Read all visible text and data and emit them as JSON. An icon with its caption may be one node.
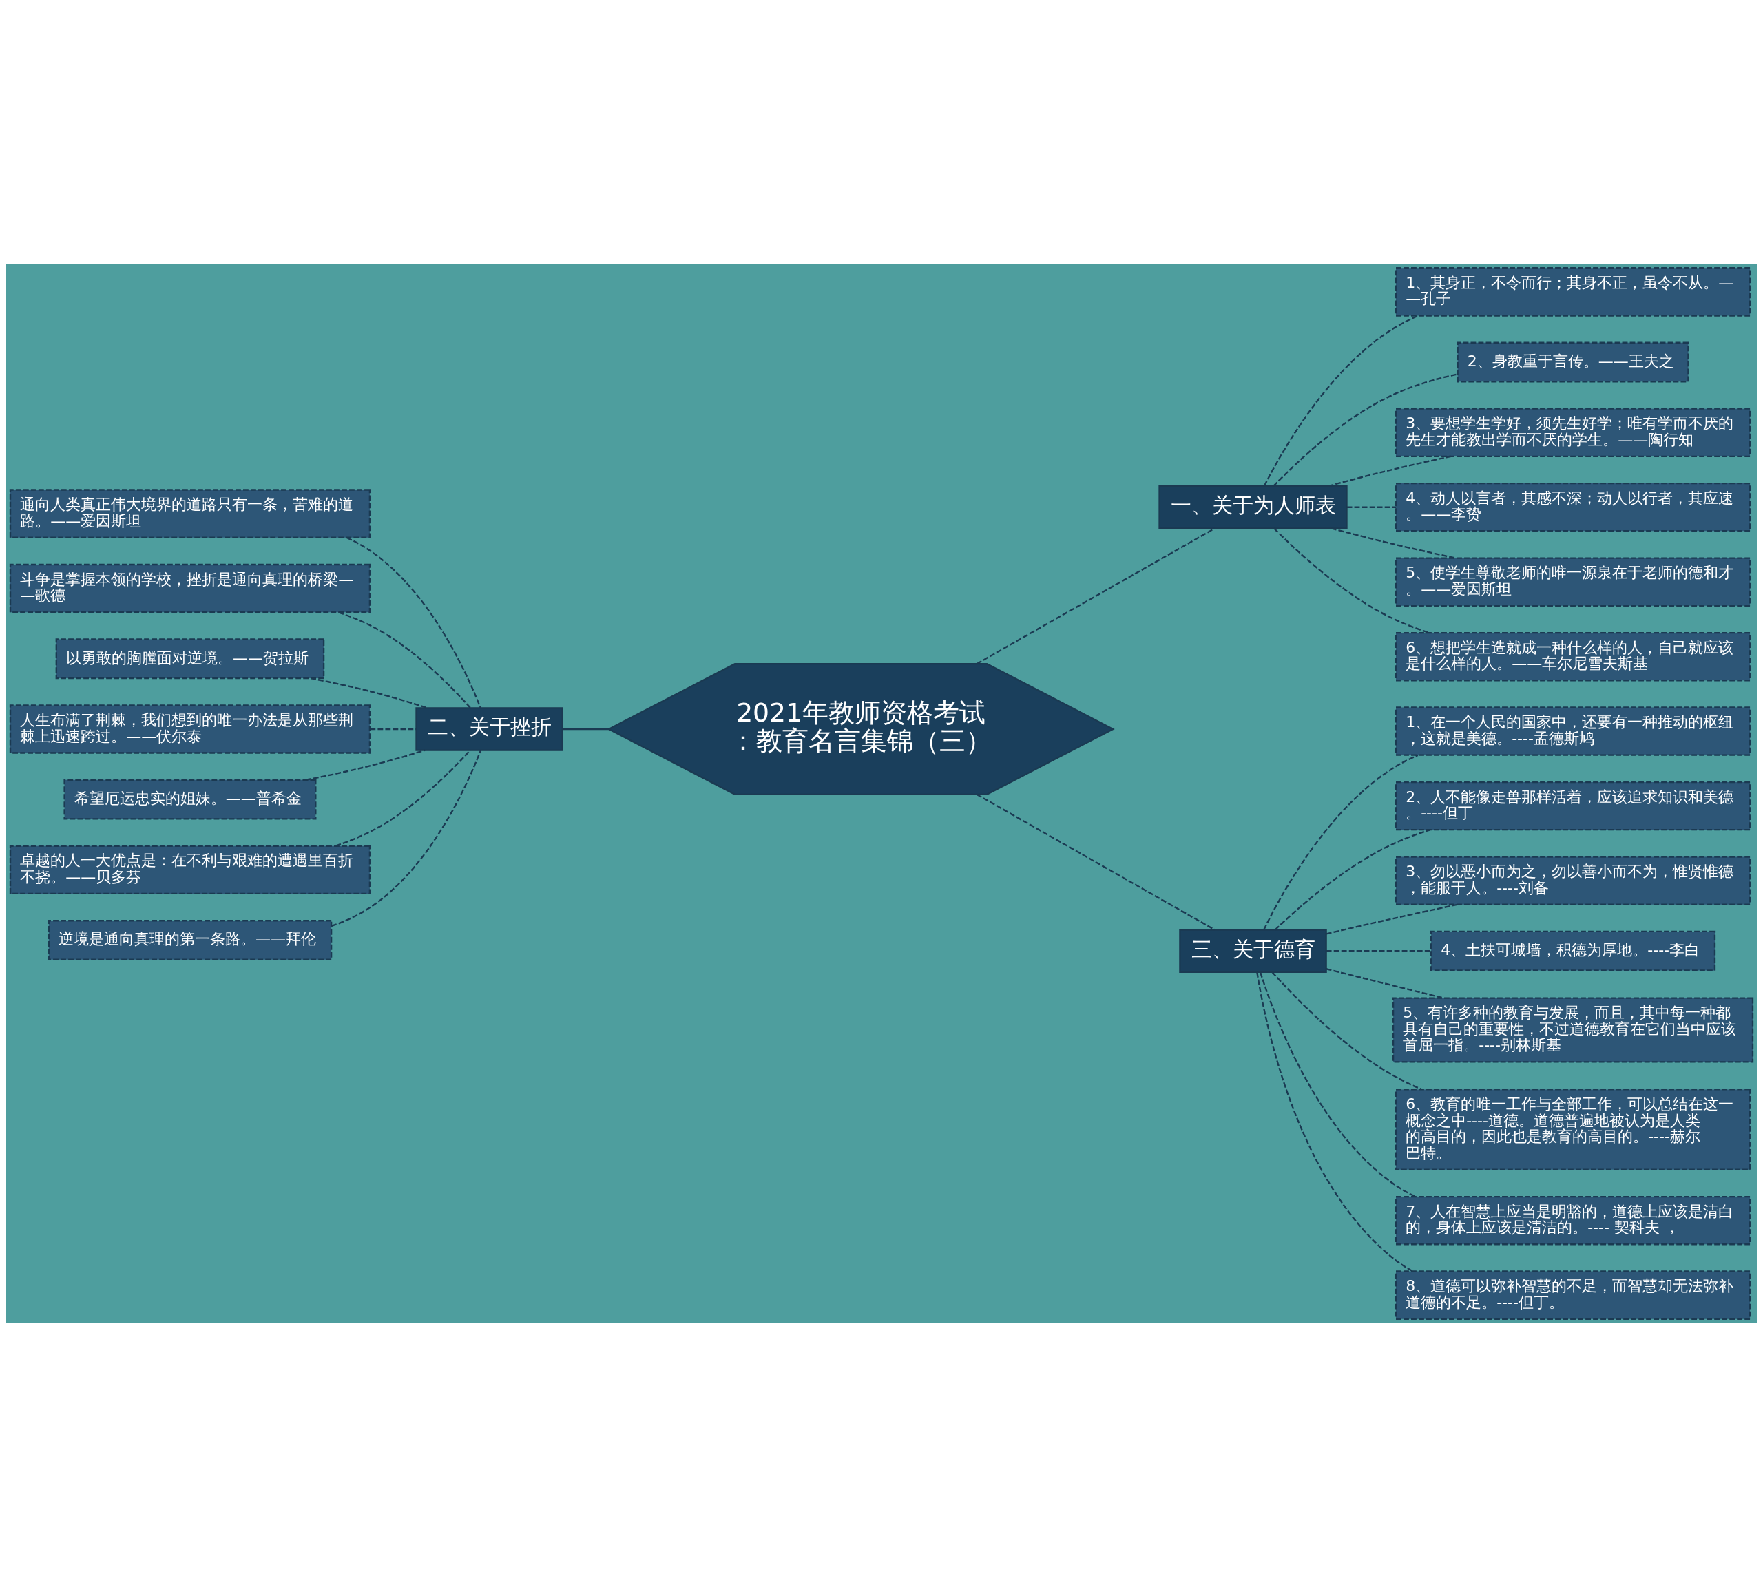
{
  "diagram": {
    "nodes": [
      {
        "text": [
          "2021年教师资格考试：教育名言集锦（三）"
        ]
      },
      {
        "text": [
          "一、关于为人师表"
        ]
      },
      {
        "text": [
          "1、其身正，不令而行；其身不正，虽令不从。——孔子"
        ]
      },
      {
        "text": [
          "2、身教重于言传。——王夫之"
        ]
      },
      {
        "text": [
          "3、要想学生学好，须先生好学；唯有学而不厌的先生才能教出学而不厌的学生。——陶行知"
        ]
      },
      {
        "text": [
          "4、动人以言者，其感不深；动人以行者，其应速。——李贽"
        ]
      },
      {
        "text": [
          "5、使学生尊敬老师的唯一源泉在于老师的德和才。——爱因斯坦"
        ]
      },
      {
        "text": [
          "6、想把学生造就成一种什么样的人，自己就应该是什么样的人。——车尔尼雪夫斯基"
        ]
      },
      {
        "text": [
          "二、关于挫折"
        ]
      },
      {
        "text": [
          "通向人类真正伟大境界的道路只有一条，苦难的道路。——爱因斯坦"
        ]
      },
      {
        "text": [
          "斗争是掌握本领的学校，挫折是通向真理的桥梁——歌德"
        ]
      },
      {
        "text": [
          "以勇敢的胸膛面对逆境。——贺拉斯"
        ]
      },
      {
        "text": [
          "人生布满了荆棘，我们想到的唯一办法是从那些荆棘上迅速跨过。——伏尔泰"
        ]
      },
      {
        "text": [
          "希望厄运忠实的姐妹。——普希金"
        ]
      },
      {
        "text": [
          "卓越的人一大优点是：在不利与艰难的遭遇里百折不挠。——贝多芬"
        ]
      },
      {
        "text": [
          "逆境是通向真理的第一条路。——拜伦"
        ]
      },
      {
        "text": [
          "三、关于德育"
        ]
      },
      {
        "text": [
          "1、在一个人民的国家中，还要有一种推动的枢纽，这就是美德。----孟德斯鸠"
        ]
      },
      {
        "text": [
          "2、人不能像走兽那样活着，应该追求知识和美德。----但丁"
        ]
      },
      {
        "text": [
          "3、勿以恶小而为之，勿以善小而不为，惟贤惟德，能服于人。----刘备"
        ]
      },
      {
        "text": [
          "4、土扶可城墙，积德为厚地。----李白"
        ]
      },
      {
        "text": [
          "5、有许多种的教育与发展，而且，其中每一种都具有自己的重要性，不过道德教育在它们当中应该首屈一指。----别林斯基"
        ]
      },
      {
        "text": [
          "6、教育的唯一工作与全部工作，可以总结在这一概念之中----道德。道德普遍地被认为是人类的高目的，因此也是教育的高目的。----赫尔巴特。"
        ]
      },
      {
        "text": [
          "7、人在智慧上应当是明豁的，道德上应该是清白的，身体上应该是清洁的。---- 契科夫 ，"
        ]
      },
      {
        "text": [
          "8、道德可以弥补智慧的不足，而智慧却无法弥补道德的不足。----但丁。"
        ]
      }
    ],
    "edges": [
      {
        "from": 0,
        "to": 1,
        "arrow": "none",
        "style": "dashed"
      },
      {
        "from": 1,
        "to": 2,
        "arrow": "none",
        "style": "dashed"
      },
      {
        "from": 1,
        "to": 3,
        "arrow": "none",
        "style": "dashed"
      },
      {
        "from": 1,
        "to": 4,
        "arrow": "none",
        "style": "dashed"
      },
      {
        "from": 1,
        "to": 5,
        "arrow": "none",
        "style": "dashed"
      },
      {
        "from": 1,
        "to": 6,
        "arrow": "none",
        "style": "dashed"
      },
      {
        "from": 1,
        "to": 7,
        "arrow": "none",
        "style": "dashed"
      },
      {
        "from": 0,
        "to": 8,
        "arrow": "none"
      },
      {
        "from": 8,
        "to": 9,
        "arrow": "none",
        "style": "dashed"
      },
      {
        "from": 8,
        "to": 10,
        "arrow": "none",
        "style": "dashed"
      },
      {
        "from": 8,
        "to": 11,
        "arrow": "none",
        "style": "dashed"
      },
      {
        "from": 8,
        "to": 12,
        "arrow": "none",
        "style": "dashed"
      },
      {
        "from": 8,
        "to": 13,
        "arrow": "none",
        "style": "dashed"
      },
      {
        "from": 8,
        "to": 14,
        "arrow": "none",
        "style": "dashed"
      },
      {
        "from": 8,
        "to": 15,
        "arrow": "none",
        "style": "dashed"
      },
      {
        "from": 0,
        "to": 16,
        "arrow": "none",
        "style": "dashed"
      },
      {
        "from": 16,
        "to": 17,
        "arrow": "none",
        "style": "dashed"
      },
      {
        "from": 16,
        "to": 18,
        "arrow": "none",
        "style": "dashed"
      },
      {
        "from": 16,
        "to": 19,
        "arrow": "none",
        "style": "dashed"
      },
      {
        "from": 16,
        "to": 20,
        "arrow": "none",
        "style": "dashed"
      },
      {
        "from": 16,
        "to": 21,
        "arrow": "none",
        "style": "dashed"
      },
      {
        "from": 16,
        "to": 22,
        "arrow": "none",
        "style": "dashed"
      },
      {
        "from": 16,
        "to": 23,
        "arrow": "none",
        "style": "dashed"
      },
      {
        "from": 16,
        "to": 24,
        "arrow": "none",
        "style": "dashed"
      }
    ]
  }
}
